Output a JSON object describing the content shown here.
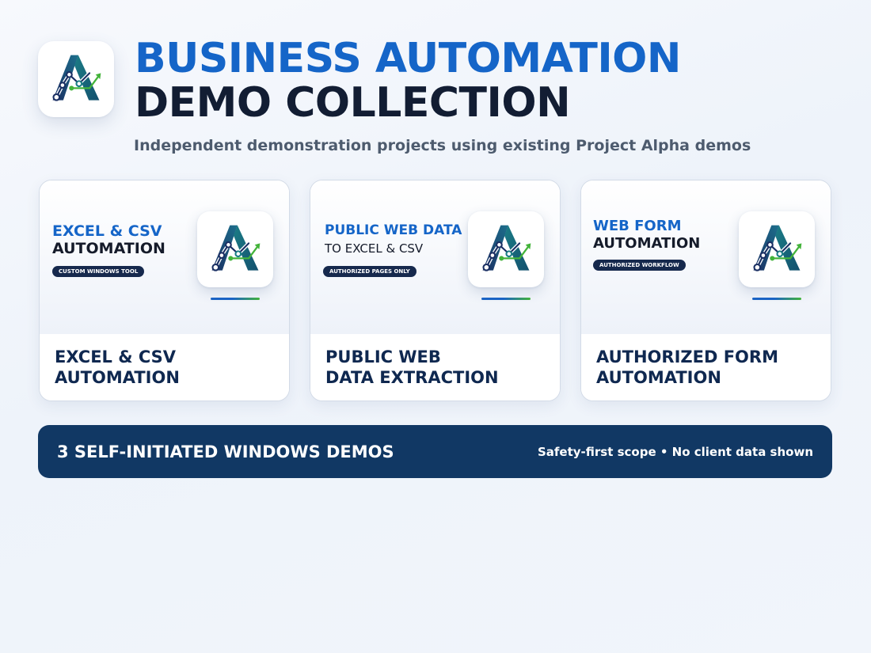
{
  "header": {
    "title_line1": "BUSINESS AUTOMATION",
    "title_line2": "DEMO COLLECTION",
    "subtitle": "Independent demonstration projects using existing Project Alpha demos",
    "logo_icon": "alpha-a-logo-icon"
  },
  "cards": [
    {
      "banner_line1": "EXCEL & CSV",
      "banner_line2": "AUTOMATION",
      "pill": "CUSTOM WINDOWS TOOL",
      "title_line1": "EXCEL & CSV",
      "title_line2": "AUTOMATION"
    },
    {
      "banner_line1": "PUBLIC WEB DATA",
      "banner_line2": "TO EXCEL & CSV",
      "pill": "AUTHORIZED PAGES ONLY",
      "title_line1": "PUBLIC WEB",
      "title_line2": "DATA EXTRACTION"
    },
    {
      "banner_line1": "WEB FORM",
      "banner_line2": "AUTOMATION",
      "pill": "AUTHORIZED WORKFLOW",
      "title_line1": "AUTHORIZED FORM",
      "title_line2": "AUTOMATION"
    }
  ],
  "footer": {
    "left_text": "3 SELF-INITIATED WINDOWS DEMOS",
    "right_text": "Safety-first scope • No client data shown"
  },
  "colors": {
    "brand_blue": "#1565c8",
    "brand_navy": "#121d33",
    "footer_bg": "#113864",
    "accent_green": "#43b33a",
    "logo_teal": "#1b7d86"
  }
}
